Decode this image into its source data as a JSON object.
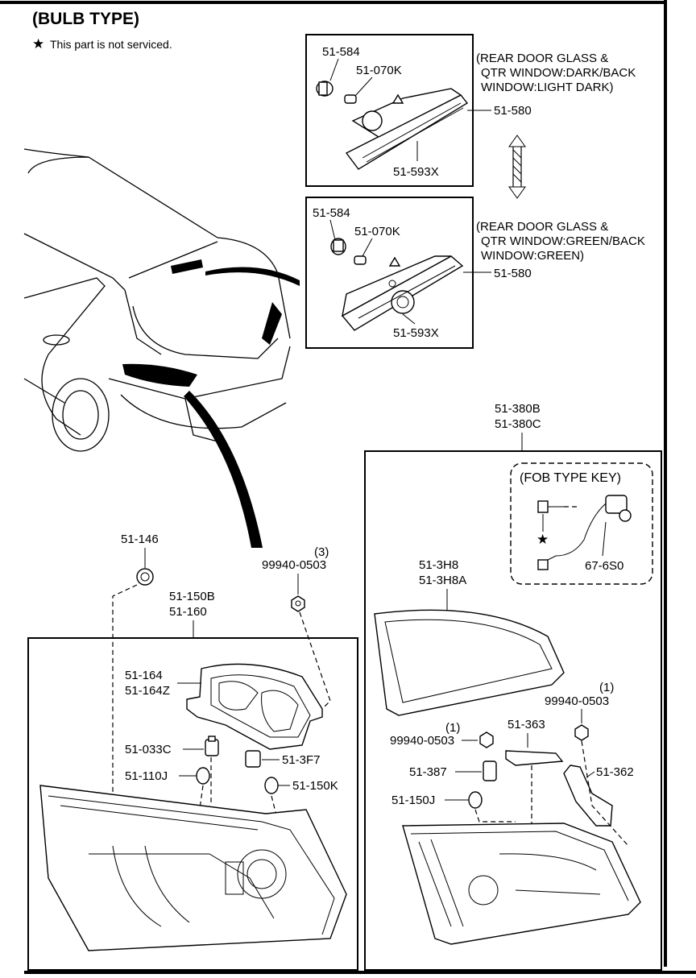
{
  "title": "(BULB TYPE)",
  "note": "This part is not serviced.",
  "note_symbol": "★",
  "labels": {
    "p51_584_top": "51-584",
    "p51_070k_top": "51-070K",
    "p51_580_top": "51-580",
    "p51_593x_top": "51-593X",
    "desc_top_1": "(REAR DOOR GLASS &",
    "desc_top_2": "QTR WINDOW:DARK/BACK",
    "desc_top_3": "WINDOW:LIGHT DARK)",
    "p51_584_mid": "51-584",
    "p51_070k_mid": "51-070K",
    "p51_580_mid": "51-580",
    "p51_593x_mid": "51-593X",
    "desc_mid_1": "(REAR DOOR GLASS &",
    "desc_mid_2": "QTR WINDOW:GREEN/BACK",
    "desc_mid_3": "WINDOW:GREEN)",
    "p51_380b": "51-380B",
    "p51_380c": "51-380C",
    "fob_title": "(FOB TYPE KEY)",
    "p67_6s0": "67-6S0",
    "p51_3h8": "51-3H8",
    "p51_3h8a": "51-3H8A",
    "q1_right": "(1)",
    "p99940_right": "99940-0503",
    "q1_left": "(1)",
    "p99940_left": "99940-0503",
    "p51_363": "51-363",
    "p51_387": "51-387",
    "p51_362": "51-362",
    "p51_150j": "51-150J",
    "p51_146": "51-146",
    "q3": "(3)",
    "p99940_main": "99940-0503",
    "p51_150b": "51-150B",
    "p51_160": "51-160",
    "p51_164": "51-164",
    "p51_164z": "51-164Z",
    "p51_033c": "51-033C",
    "p51_3f7": "51-3F7",
    "p51_110j": "51-110J",
    "p51_150k": "51-150K"
  }
}
